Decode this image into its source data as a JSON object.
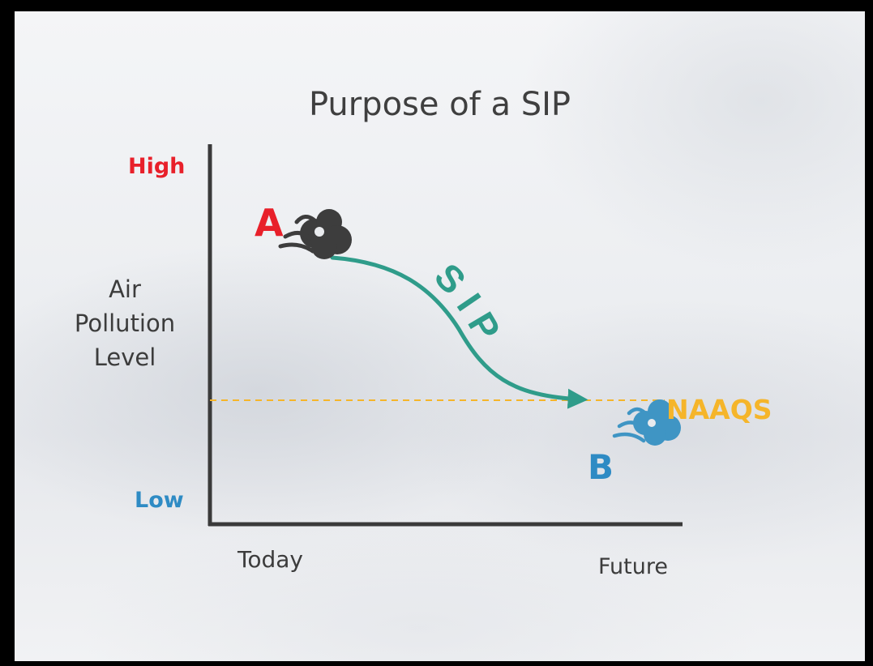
{
  "title": "Purpose of a SIP",
  "y_axis": {
    "label": "Air Pollution Level",
    "high_label": "High",
    "low_label": "Low"
  },
  "x_axis": {
    "start_label": "Today",
    "end_label": "Future"
  },
  "points": {
    "a_label": "A",
    "b_label": "B"
  },
  "path_label": "S I P",
  "threshold_label": "NAAQS",
  "colors": {
    "high": "#e8202a",
    "low": "#2e8bc4",
    "threshold": "#f5b52a",
    "path": "#2f9c8a",
    "cloud_a": "#3d3d3d",
    "cloud_b": "#3f95c4",
    "axis": "#3a3a3a"
  },
  "icons": {
    "point_a": "smoke-cloud-icon",
    "point_b": "smoke-cloud-icon"
  }
}
